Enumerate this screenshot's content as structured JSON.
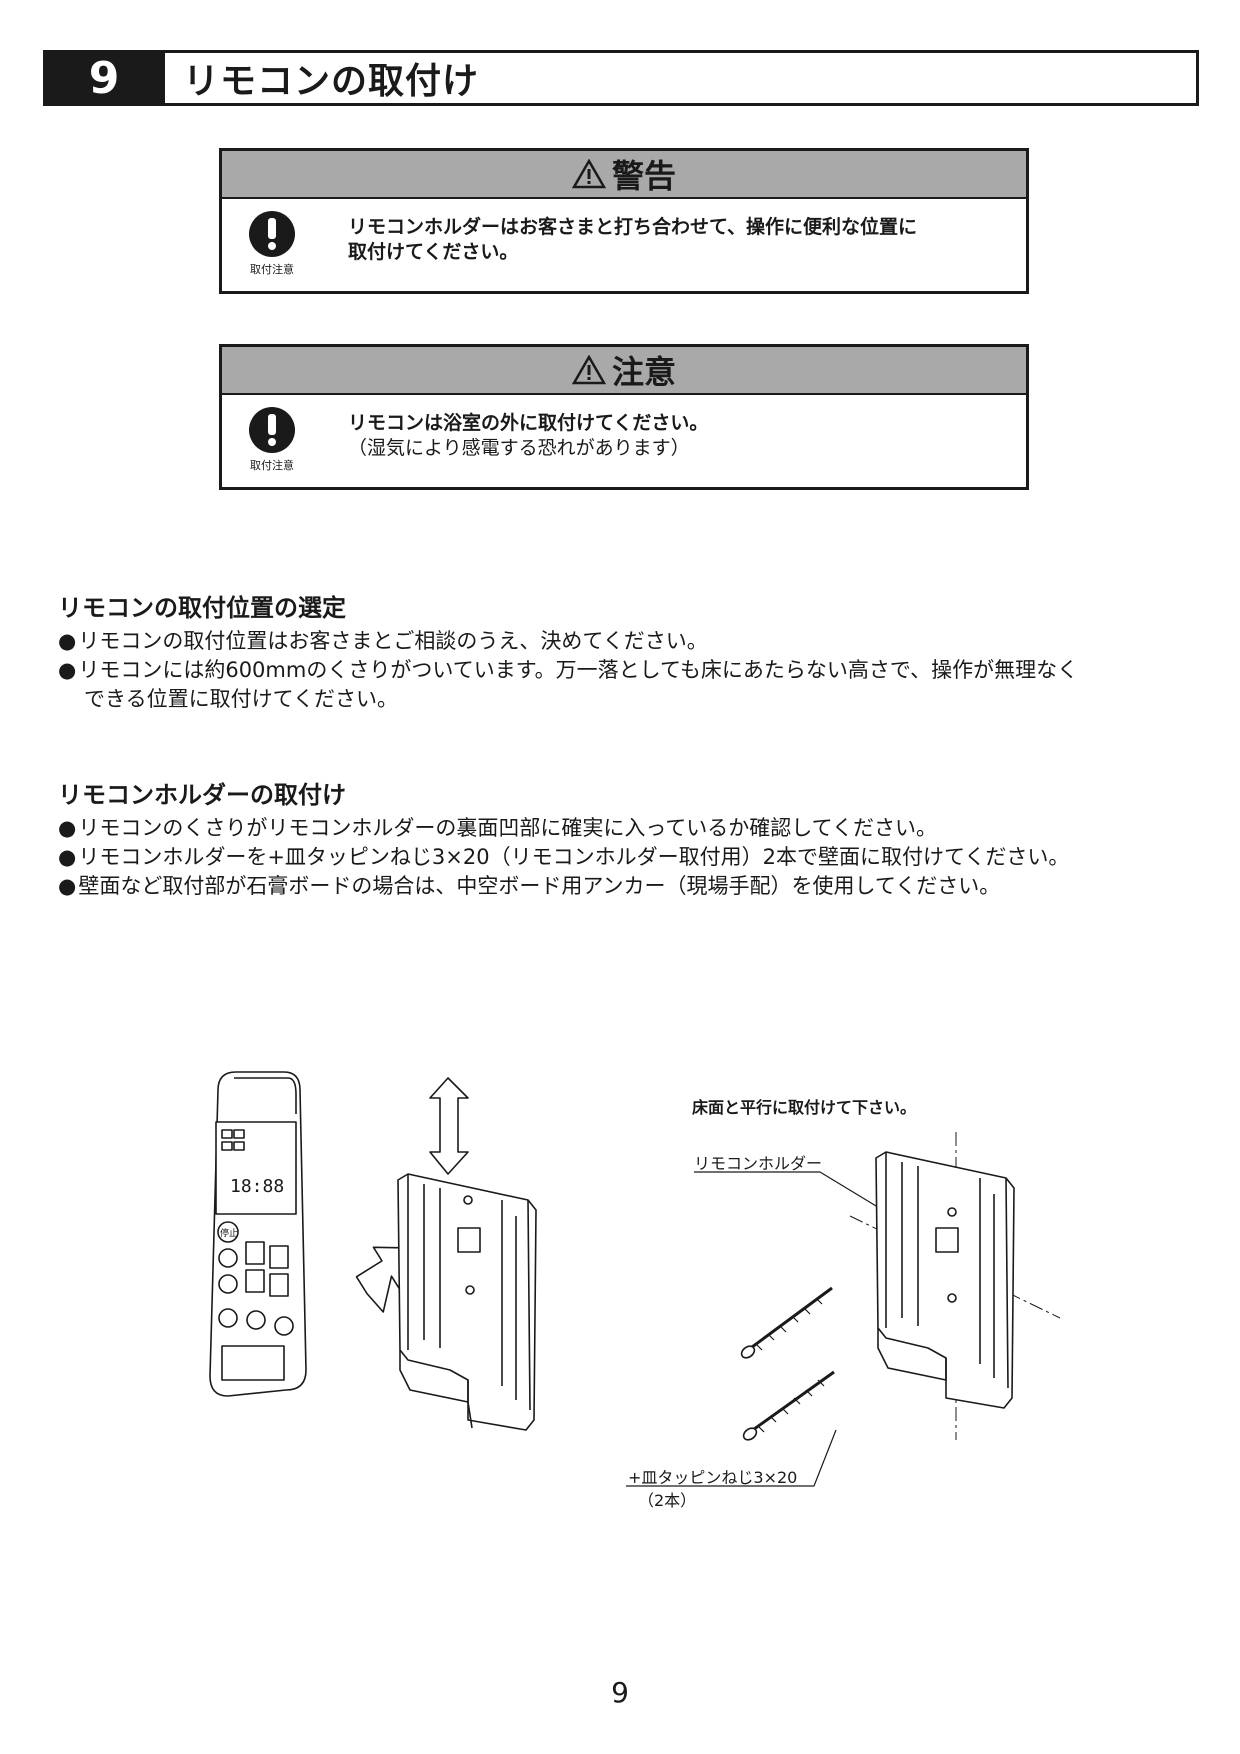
{
  "section": {
    "number": "9",
    "title": "リモコンの取付け"
  },
  "warning": {
    "heading": "警告",
    "mark_label": "取付注意",
    "line1": "リモコンホルダーはお客さまと打ち合わせて、操作に便利な位置に",
    "line2": "取付けてください。"
  },
  "caution": {
    "heading": "注意",
    "mark_label": "取付注意",
    "line1": "リモコンは浴室の外に取付けてください。",
    "line2": "（湿気により感電する恐れがあります）"
  },
  "position_section": {
    "heading": "リモコンの取付位置の選定",
    "bullets": [
      "リモコンの取付位置はお客さまとご相談のうえ、決めてください。",
      "リモコンには約600mmのくさりがついています。万一落としても床にあたらない高さで、操作が無理なく"
    ],
    "continuation": "できる位置に取付けてください。"
  },
  "holder_section": {
    "heading": "リモコンホルダーの取付け",
    "bullets": [
      "リモコンのくさりがリモコンホルダーの裏面凹部に確実に入っているか確認してください。",
      "リモコンホルダーを+皿タッピンねじ3×20（リモコンホルダー取付用）2本で壁面に取付けてください。",
      "壁面など取付部が石膏ボードの場合は、中空ボード用アンカー（現場手配）を使用してください。"
    ]
  },
  "diagram": {
    "note": "床面と平行に取付けて下さい。",
    "holder_label": "リモコンホルダー",
    "screw_label": "+皿タッピンねじ3×20",
    "screw_count": "（2本）",
    "remote_display": "18:88",
    "remote_stop": "停止"
  },
  "page_number": "9"
}
